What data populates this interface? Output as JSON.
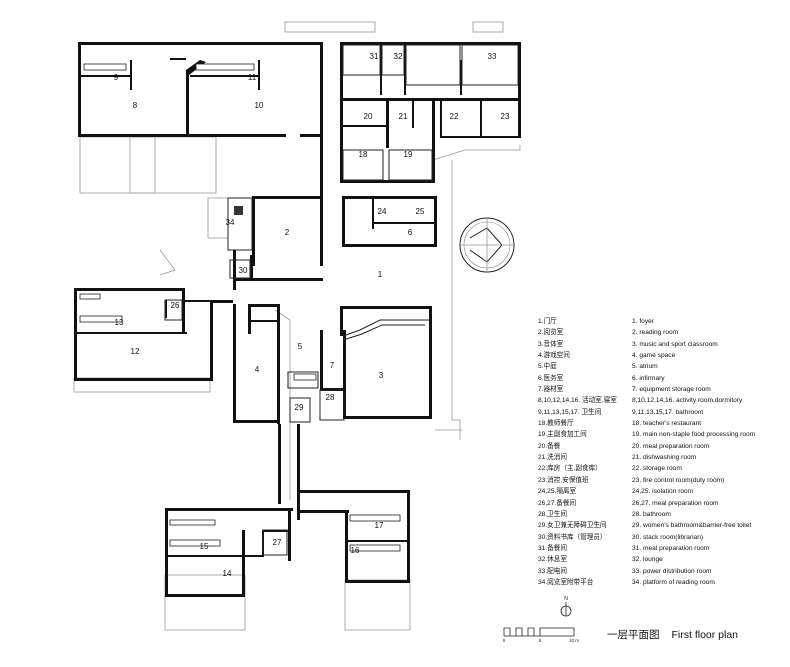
{
  "rooms": {
    "r1": "1",
    "r2": "2",
    "r3": "3",
    "r4": "4",
    "r5": "5",
    "r6": "6",
    "r7": "7",
    "r8": "8",
    "r9": "9",
    "r10": "10",
    "r11": "11",
    "r12": "12",
    "r13": "13",
    "r14": "14",
    "r15": "15",
    "r16": "16",
    "r17": "17",
    "r18": "18",
    "r19": "19",
    "r20": "20",
    "r21": "21",
    "r22": "22",
    "r23": "23",
    "r24": "24",
    "r25": "25",
    "r26": "26",
    "r27": "27",
    "r28": "28",
    "r29": "29",
    "r30": "30",
    "r31": "31",
    "r32": "32",
    "r33": "33",
    "r34": "34"
  },
  "legend": [
    {
      "cn": "1.门厅",
      "en": "1. foyer"
    },
    {
      "cn": "2.阅览室",
      "en": "2. reading room"
    },
    {
      "cn": "3.音体室",
      "en": "3. music and sport classroom"
    },
    {
      "cn": "4.游戏空间",
      "en": "4. game space"
    },
    {
      "cn": "5.中庭",
      "en": "5. atrium"
    },
    {
      "cn": "6.医务室",
      "en": "6. infirmary"
    },
    {
      "cn": "7.器材室",
      "en": "7. equipment storage room"
    },
    {
      "cn": "8,10,12,14,16. 活动室,寝室",
      "en": "8,10,12,14,16. activity room,dormitory"
    },
    {
      "cn": "9,11,13,15,17. 卫生间",
      "en": "9,11,13,15,17. bathroom"
    },
    {
      "cn": "18.教师餐厅",
      "en": "18. teacher's restaurant"
    },
    {
      "cn": "19.主副食加工间",
      "en": "19. main non-staple food processing room"
    },
    {
      "cn": "20.备餐",
      "en": "20. meal preparation room"
    },
    {
      "cn": "21.洗消间",
      "en": "21. dishwashing room"
    },
    {
      "cn": "22.库房（主,副食库）",
      "en": "22. storage room"
    },
    {
      "cn": "23.消控,安保值班",
      "en": "23. fire control room(duty room)"
    },
    {
      "cn": "24,25.隔离室",
      "en": "24,25. isolation room"
    },
    {
      "cn": "26,27.备餐间",
      "en": "26,27. meal preparation room"
    },
    {
      "cn": "28.卫生间",
      "en": "28. bathroom"
    },
    {
      "cn": "29.女卫兼无障碍卫生间",
      "en": "29. women's bathroom&barrier-free toilet"
    },
    {
      "cn": "30.资料书库（管理员）",
      "en": "30. stack room(librarian)"
    },
    {
      "cn": "31.备餐间",
      "en": "31. meal preparation room"
    },
    {
      "cn": "32.休息室",
      "en": "32. lounge"
    },
    {
      "cn": "33.配电间",
      "en": "33. power distribution room"
    },
    {
      "cn": "34.阅览室附带平台",
      "en": "34. platform of reading room"
    }
  ],
  "scale": {
    "t0": "0",
    "t1": "5",
    "t2": "10 m"
  },
  "north": "N",
  "title_cn": "一层平面图",
  "title_en": "First floor plan"
}
